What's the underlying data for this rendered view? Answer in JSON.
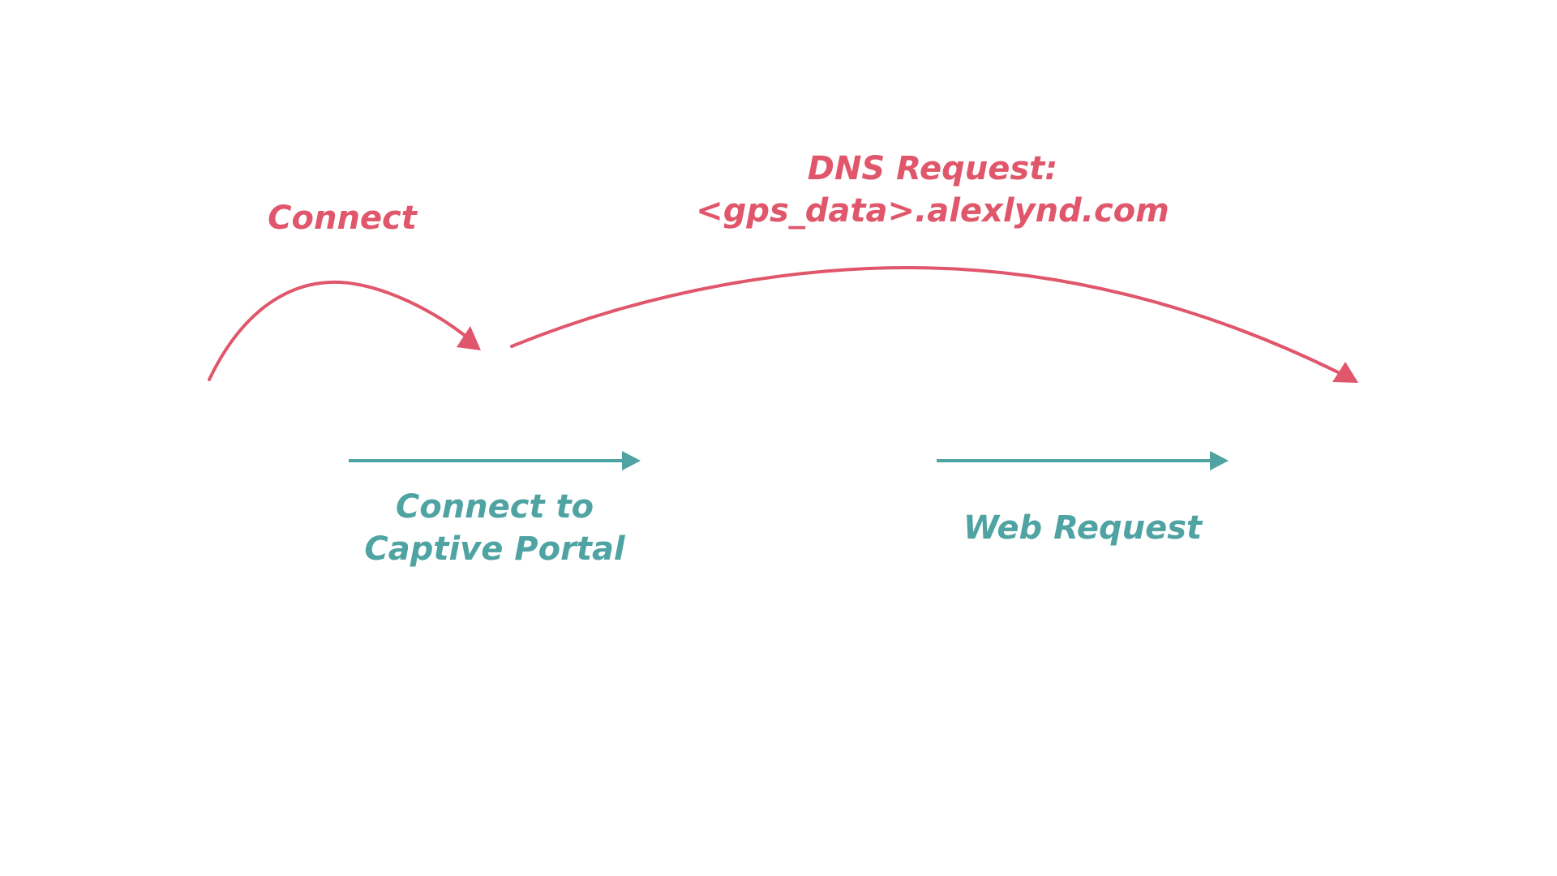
{
  "diagram": {
    "colors": {
      "pink": "#e0566b",
      "teal": "#4fa3a3",
      "background": "#ffffff"
    },
    "edges": [
      {
        "id": "connect",
        "label_lines": [
          "Connect"
        ],
        "style": "curved",
        "color": "pink"
      },
      {
        "id": "dns-request",
        "label_lines": [
          "DNS Request:",
          "<gps_data>.alexlynd.com"
        ],
        "style": "curved",
        "color": "pink"
      },
      {
        "id": "connect-to-captive-portal",
        "label_lines": [
          "Connect to",
          "Captive Portal"
        ],
        "style": "straight",
        "color": "teal"
      },
      {
        "id": "web-request",
        "label_lines": [
          "Web Request"
        ],
        "style": "straight",
        "color": "teal"
      }
    ]
  }
}
